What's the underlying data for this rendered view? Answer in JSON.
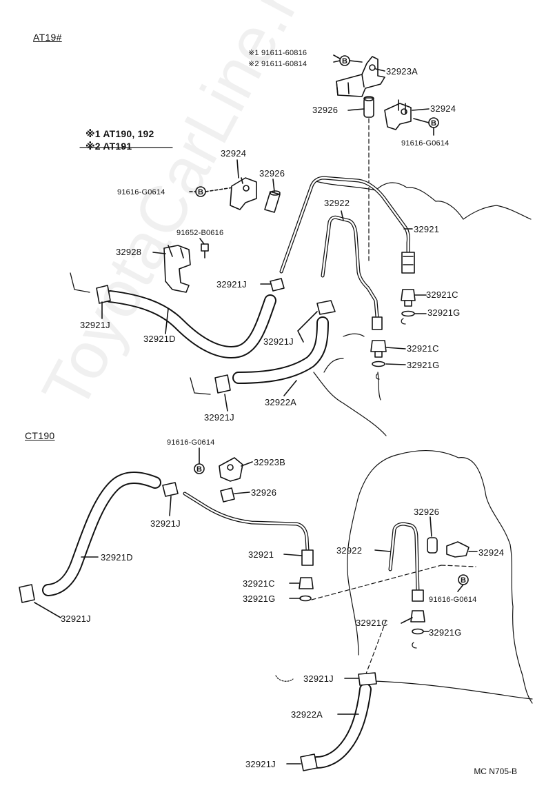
{
  "sections": {
    "top": "AT19#",
    "bottom": "CT190"
  },
  "legend": {
    "line1": "※1 AT190, 192",
    "line2": "※2 AT191"
  },
  "parts_top": {
    "p91611_1": "※1 91611-60816",
    "p91611_2": "※2 91611-60814",
    "p32923A": "32923A",
    "p32926_a": "32926",
    "p32924_a": "32924",
    "p91616_a": "91616-G0614",
    "p32924_b": "32924",
    "p32926_b": "32926",
    "p91616_b": "91616-G0614",
    "p32922": "32922",
    "p32921": "32921",
    "p91652": "91652-B0616",
    "p32928": "32928",
    "p32921J_a": "32921J",
    "p32921C_a": "32921C",
    "p32921G_a": "32921G",
    "p32921J_b": "32921J",
    "p32921D": "32921D",
    "p32921J_c": "32921J",
    "p32921C_b": "32921C",
    "p32921G_b": "32921G",
    "p32922A": "32922A",
    "p32921J_d": "32921J"
  },
  "parts_bottom": {
    "p91616_c": "91616-G0614",
    "p32923B": "32923B",
    "p32926_c": "32926",
    "p32921J_e": "32921J",
    "p32921D": "32921D",
    "p32921": "32921",
    "p32921C_c": "32921C",
    "p32921G_c": "32921G",
    "p32921J_f": "32921J",
    "p32926_d": "32926",
    "p32922": "32922",
    "p32924": "32924",
    "p91616_d": "91616-G0614",
    "p32921C_d": "32921C",
    "p32921G_d": "32921G",
    "p32921J_g": "32921J",
    "p32922A": "32922A",
    "p32921J_h": "32921J"
  },
  "bolt_mark": "B",
  "watermark": "ToyotaCarLine.ru",
  "ref_code": "MC N705-B"
}
